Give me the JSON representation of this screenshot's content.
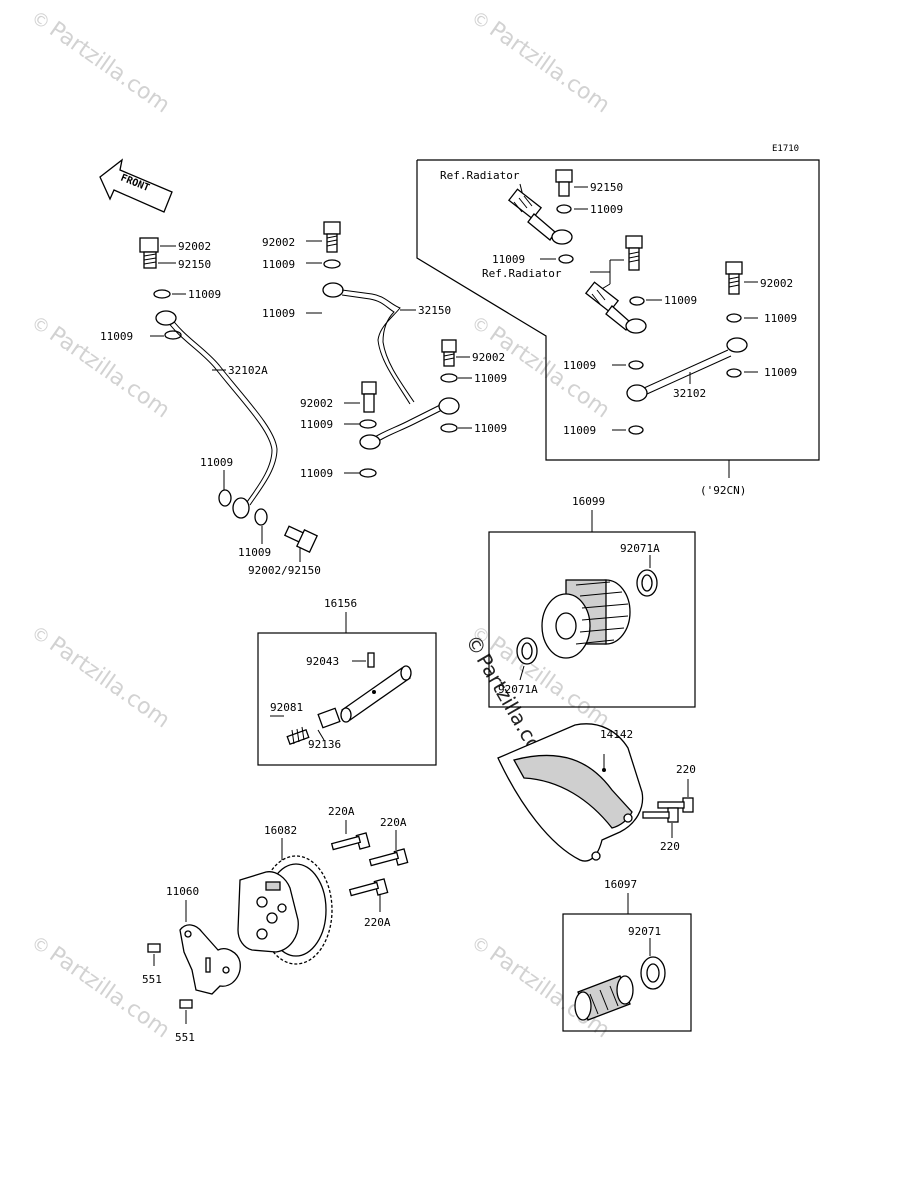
{
  "diagram_code": "E1710",
  "direction_arrow": "FRONT",
  "watermark_text": "Partzilla.com",
  "watermark_symbol": "©",
  "notes": {
    "ref_radiator_1": "Ref.Radiator",
    "ref_radiator_2": "Ref.Radiator",
    "model_note": "('92CN)"
  },
  "parts": {
    "p92002_a": "92002",
    "p92150_a": "92150",
    "p11009_a": "11009",
    "p11009_b": "11009",
    "p32102A": "32102A",
    "p11009_c": "11009",
    "p11009_d": "11009",
    "p92002_92150": "92002/92150",
    "p92002_b": "92002",
    "p11009_e": "11009",
    "p11009_f": "11009",
    "p32150": "32150",
    "p92002_c": "92002",
    "p11009_g": "11009",
    "p92002_d": "92002",
    "p11009_h": "11009",
    "p11009_i": "11009",
    "p11009_j": "11009",
    "p92150_b": "92150",
    "p11009_k": "11009",
    "p11009_l": "11009",
    "p11009_m": "11009",
    "p92002_e": "92002",
    "p11009_n": "11009",
    "p11009_o": "11009",
    "p11009_p": "11009",
    "p32102": "32102",
    "p11009_q": "11009",
    "p16099": "16099",
    "p92071A": "92071A",
    "p92071A_b": "92071A",
    "p16156": "16156",
    "p92043": "92043",
    "p92081": "92081",
    "p92136": "92136",
    "p14142": "14142",
    "p220_a": "220",
    "p220_b": "220",
    "p220A_a": "220A",
    "p220A_b": "220A",
    "p220A_c": "220A",
    "p16082": "16082",
    "p11060": "11060",
    "p551_a": "551",
    "p551_b": "551",
    "p16097": "16097",
    "p92071": "92071"
  }
}
